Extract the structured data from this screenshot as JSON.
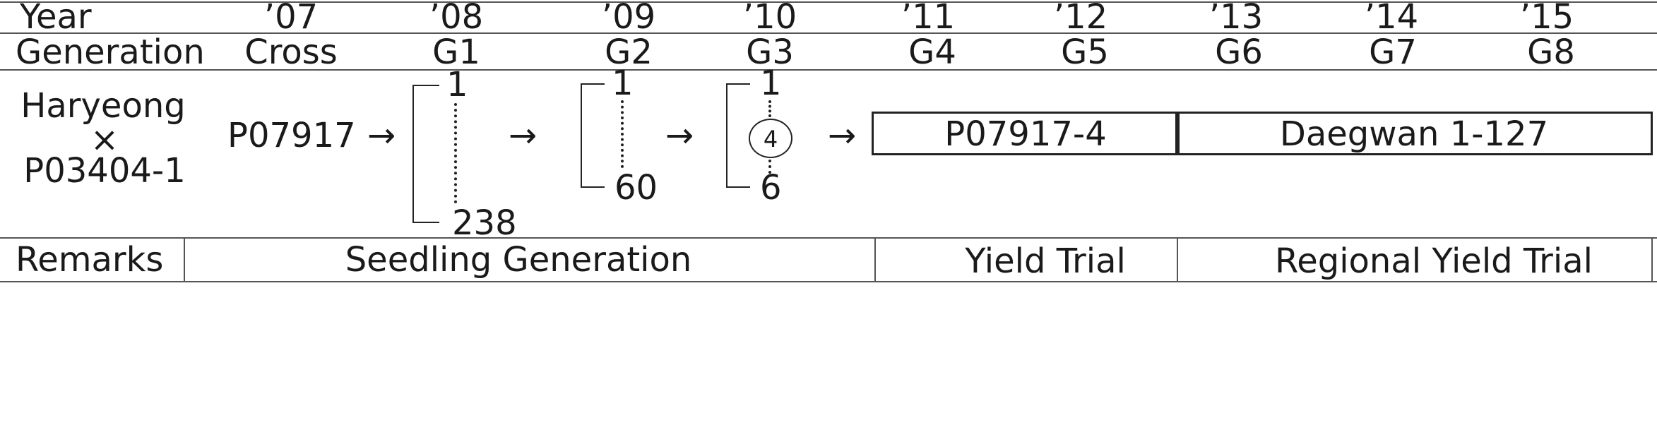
{
  "header": {
    "year_label": "Year",
    "generation_label": "Generation",
    "years": [
      "’07",
      "’08",
      "’09",
      "’10",
      "’11",
      "’12",
      "’13",
      "’14",
      "’15"
    ],
    "generations": [
      "Cross",
      "G1",
      "G2",
      "G3",
      "G4",
      "G5",
      "G6",
      "G7",
      "G8"
    ]
  },
  "cross": {
    "parent1": "Haryeong",
    "symbol": "×",
    "parent2": "P03404-1"
  },
  "lineage": {
    "cross_id": "P07917",
    "arrow": "→",
    "g1": {
      "top": "1",
      "bottom": "238"
    },
    "g2": {
      "top": "1",
      "bottom": "60"
    },
    "g3": {
      "top": "1",
      "selected": "4",
      "bottom": "6"
    },
    "line_name": "P07917-4",
    "variety_name": "Daegwan 1-127"
  },
  "remarks": {
    "label": "Remarks",
    "seedling": "Seedling Generation",
    "yield": "Yield Trial",
    "regional": "Regional Yield Trial"
  }
}
